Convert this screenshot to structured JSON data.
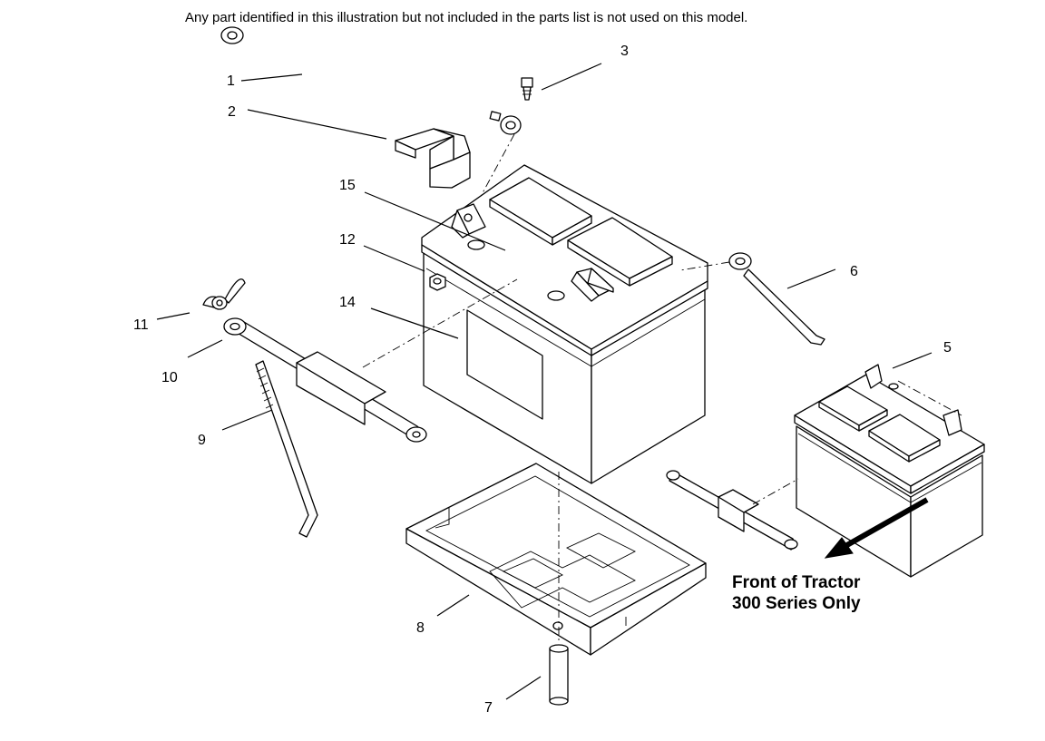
{
  "diagram": {
    "note": "Any part identified in this illustration but not included in the parts list is not used on this model.",
    "callouts": {
      "c1": "1",
      "c2": "2",
      "c3": "3",
      "c5": "5",
      "c6": "6",
      "c7": "7",
      "c8": "8",
      "c9": "9",
      "c10": "10",
      "c11": "11",
      "c12": "12",
      "c14": "14",
      "c15": "15"
    },
    "front_label_line1": "Front of Tractor",
    "front_label_line2": "300 Series Only"
  }
}
